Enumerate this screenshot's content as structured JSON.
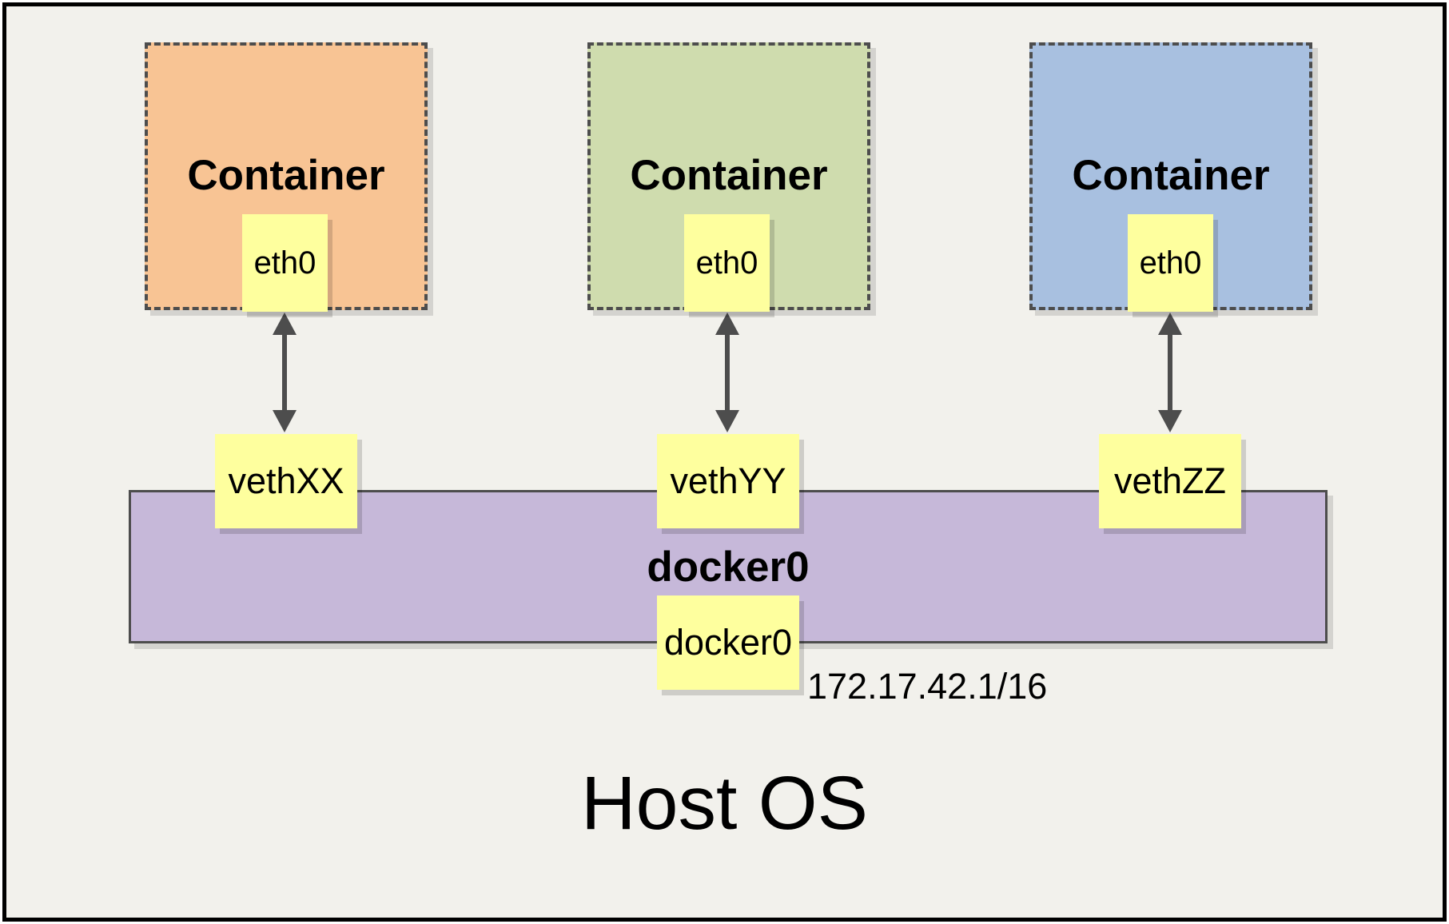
{
  "diagram": {
    "host_label": "Host OS",
    "bridge": {
      "label": "docker0",
      "interface_label": "docker0",
      "ip": "172.17.42.1/16",
      "fill": "#c6b8d9"
    },
    "containers": [
      {
        "label": "Container",
        "interface_label": "eth0",
        "veth_label": "vethXX",
        "fill": "#f8c494"
      },
      {
        "label": "Container",
        "interface_label": "eth0",
        "veth_label": "vethYY",
        "fill": "#cfdcae"
      },
      {
        "label": "Container",
        "interface_label": "eth0",
        "veth_label": "vethZZ",
        "fill": "#a8c0e0"
      }
    ],
    "colors": {
      "background": "#f2f1ec",
      "frame_border": "#000000",
      "box_border": "#4d4d4d",
      "interface_box": "#feff9e",
      "arrow": "#4d4d4d"
    }
  }
}
